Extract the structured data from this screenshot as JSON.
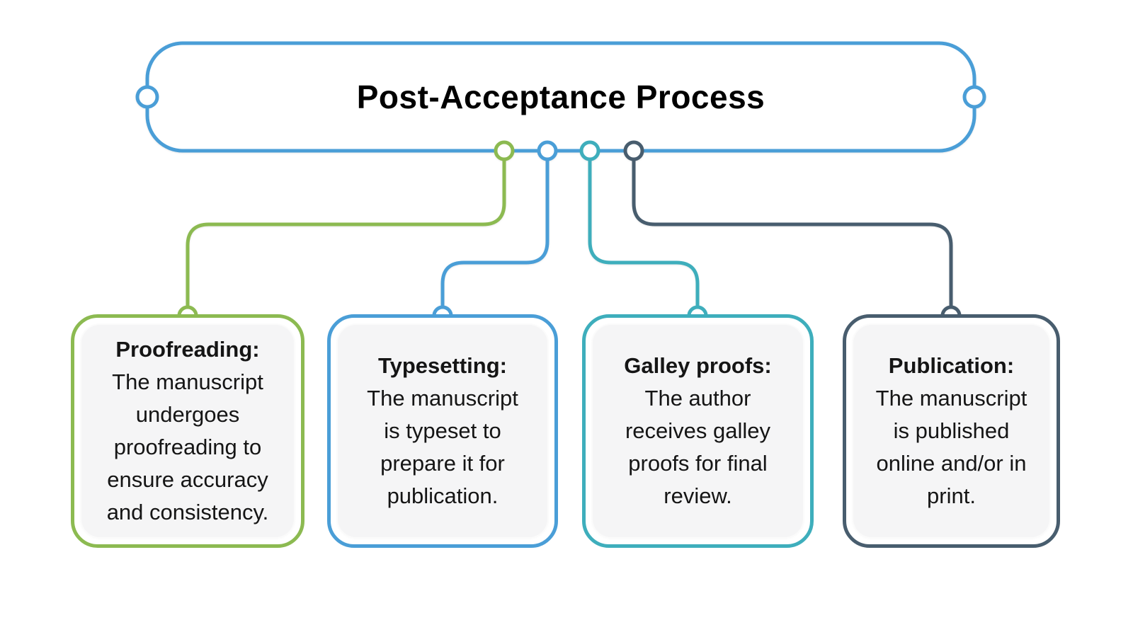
{
  "header": {
    "title": "Post-Acceptance Process"
  },
  "cards": [
    {
      "title": "Proofreading:",
      "body": "The manuscript\nundergoes\nproofreading to\nensure accuracy\nand consistency."
    },
    {
      "title": "Typesetting:",
      "body": "The manuscript\nis typeset to\nprepare it for\npublication."
    },
    {
      "title": "Galley proofs:",
      "body": "The author\nreceives galley\nproofs for final\nreview."
    },
    {
      "title": "Publication:",
      "body": "The manuscript\nis published\nonline and/or in\nprint."
    }
  ],
  "colors": {
    "blue": "#4A9ED7",
    "green": "#8CBA51",
    "teal": "#3EAEBC",
    "slate": "#485D6E",
    "card_bg": "#F5F5F6",
    "text": "#151515"
  }
}
